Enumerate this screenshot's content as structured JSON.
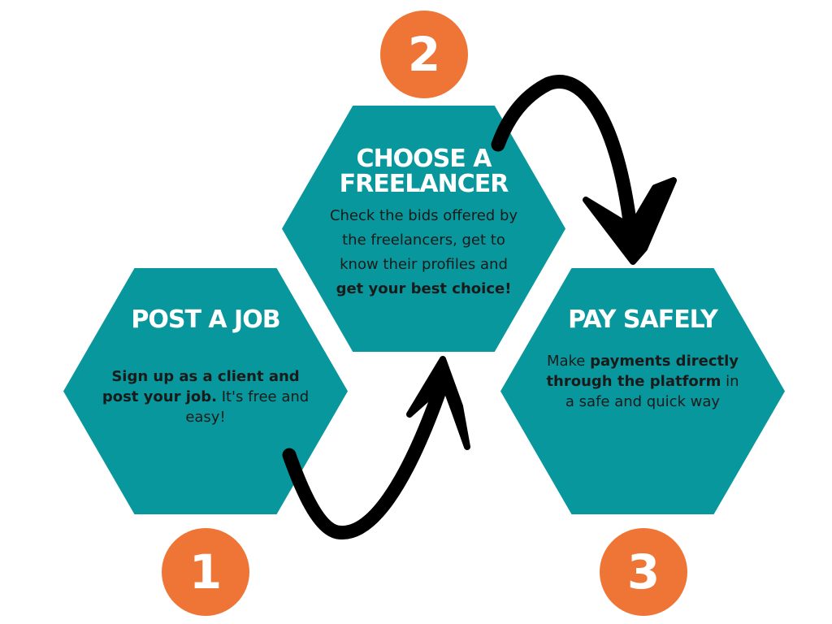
{
  "steps": [
    {
      "number": "1",
      "title": "POST A JOB",
      "desc_parts": [
        {
          "text": "Sign up as a client and post your job.",
          "bold": true
        },
        {
          "text": " It's free and easy!",
          "bold": false
        }
      ]
    },
    {
      "number": "2",
      "title": "CHOOSE A FREELANCER",
      "desc_parts": [
        {
          "text": "Check the bids offered by the freelancers, get to know their profiles and ",
          "bold": false
        },
        {
          "text": "get your best choice!",
          "bold": true
        }
      ]
    },
    {
      "number": "3",
      "title": "PAY SAFELY",
      "desc_parts": [
        {
          "text": "Make ",
          "bold": false
        },
        {
          "text": "payments directly through the platform",
          "bold": true
        },
        {
          "text": " in a safe and quick way",
          "bold": false
        }
      ]
    }
  ],
  "colors": {
    "hexagon": "#08979c",
    "circle": "#ef7536",
    "title_text": "#ffffff",
    "desc_text": "#1a1a1a",
    "arrow": "#000000"
  }
}
